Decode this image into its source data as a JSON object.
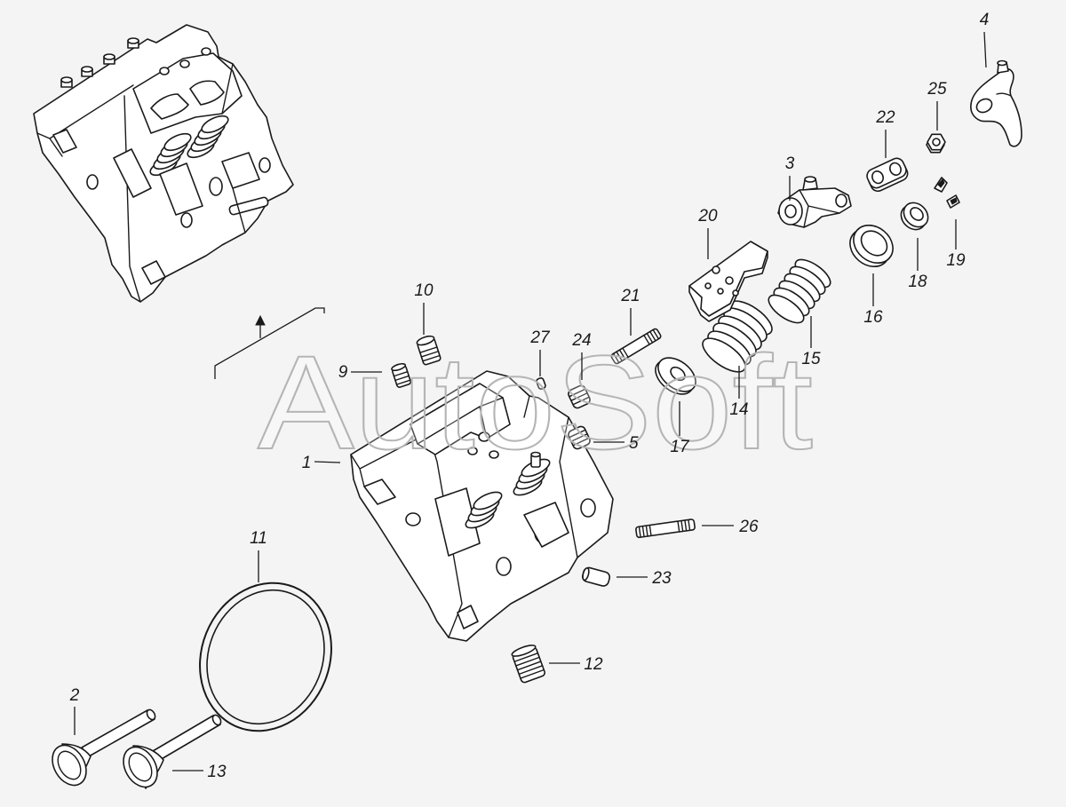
{
  "watermark": "AutoSoft",
  "callouts": {
    "n1": "1",
    "n2": "2",
    "n3": "3",
    "n4": "4",
    "n5": "5",
    "n9": "9",
    "n10": "10",
    "n11": "11",
    "n12": "12",
    "n13": "13",
    "n14": "14",
    "n15": "15",
    "n16": "16",
    "n17": "17",
    "n18": "18",
    "n19": "19",
    "n20": "20",
    "n21": "21",
    "n22": "22",
    "n23": "23",
    "n24": "24",
    "n25": "25",
    "n26": "26",
    "n27": "27"
  },
  "colors": {
    "background": "#f4f4f4",
    "line": "#1a1a1a",
    "watermark": "#b5b5b5"
  }
}
